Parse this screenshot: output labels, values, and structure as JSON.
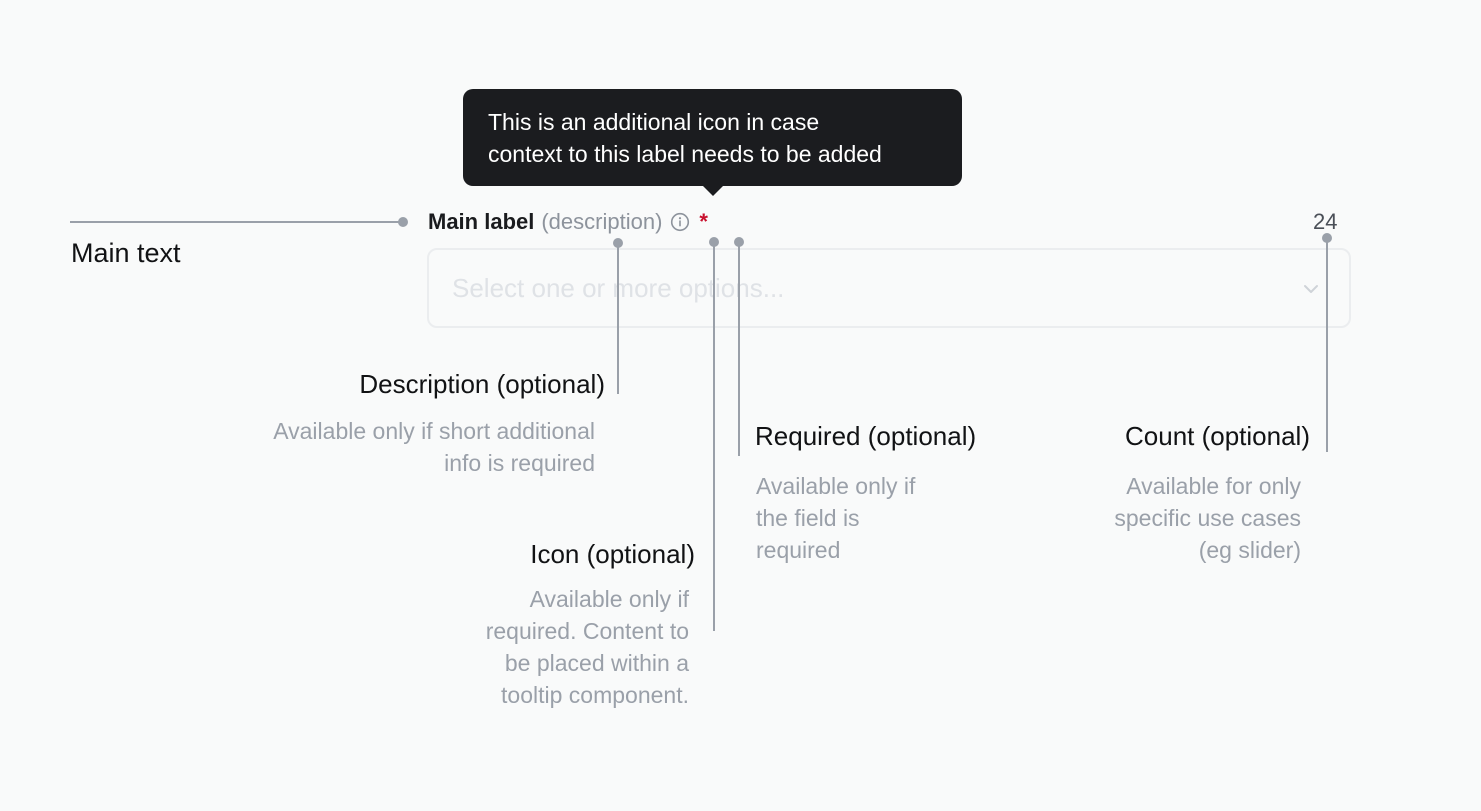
{
  "tooltip": {
    "text_line1": "This is an additional icon in case",
    "text_line2": "context to this label needs to be added"
  },
  "field": {
    "main_label": "Main label",
    "description": "(description)",
    "info_icon": "info-circle-icon",
    "required_mark": "*",
    "count": "24",
    "placeholder": "Select one or more options...",
    "chevron_icon": "chevron-down-icon"
  },
  "annotations": {
    "main_text": {
      "title": "Main text"
    },
    "description": {
      "title": "Description (optional)",
      "body_line1": "Available only if short additional",
      "body_line2": "info is required"
    },
    "icon": {
      "title": "Icon (optional)",
      "body_line1": "Available only if",
      "body_line2": "required. Content to",
      "body_line3": "be placed within a",
      "body_line4": "tooltip component."
    },
    "required": {
      "title": "Required (optional)",
      "body_line1": "Available only if",
      "body_line2": "the field is",
      "body_line3": "required"
    },
    "count": {
      "title": "Count (optional)",
      "body_line1": "Available for only",
      "body_line2": "specific use cases",
      "body_line3": "(eg slider)"
    }
  },
  "colors": {
    "background": "#f9fafa",
    "tooltip_bg": "#1b1c1f",
    "annotation_line": "#9aa0a9",
    "required_red": "#c8102e",
    "muted_text": "#9aa0a9"
  }
}
